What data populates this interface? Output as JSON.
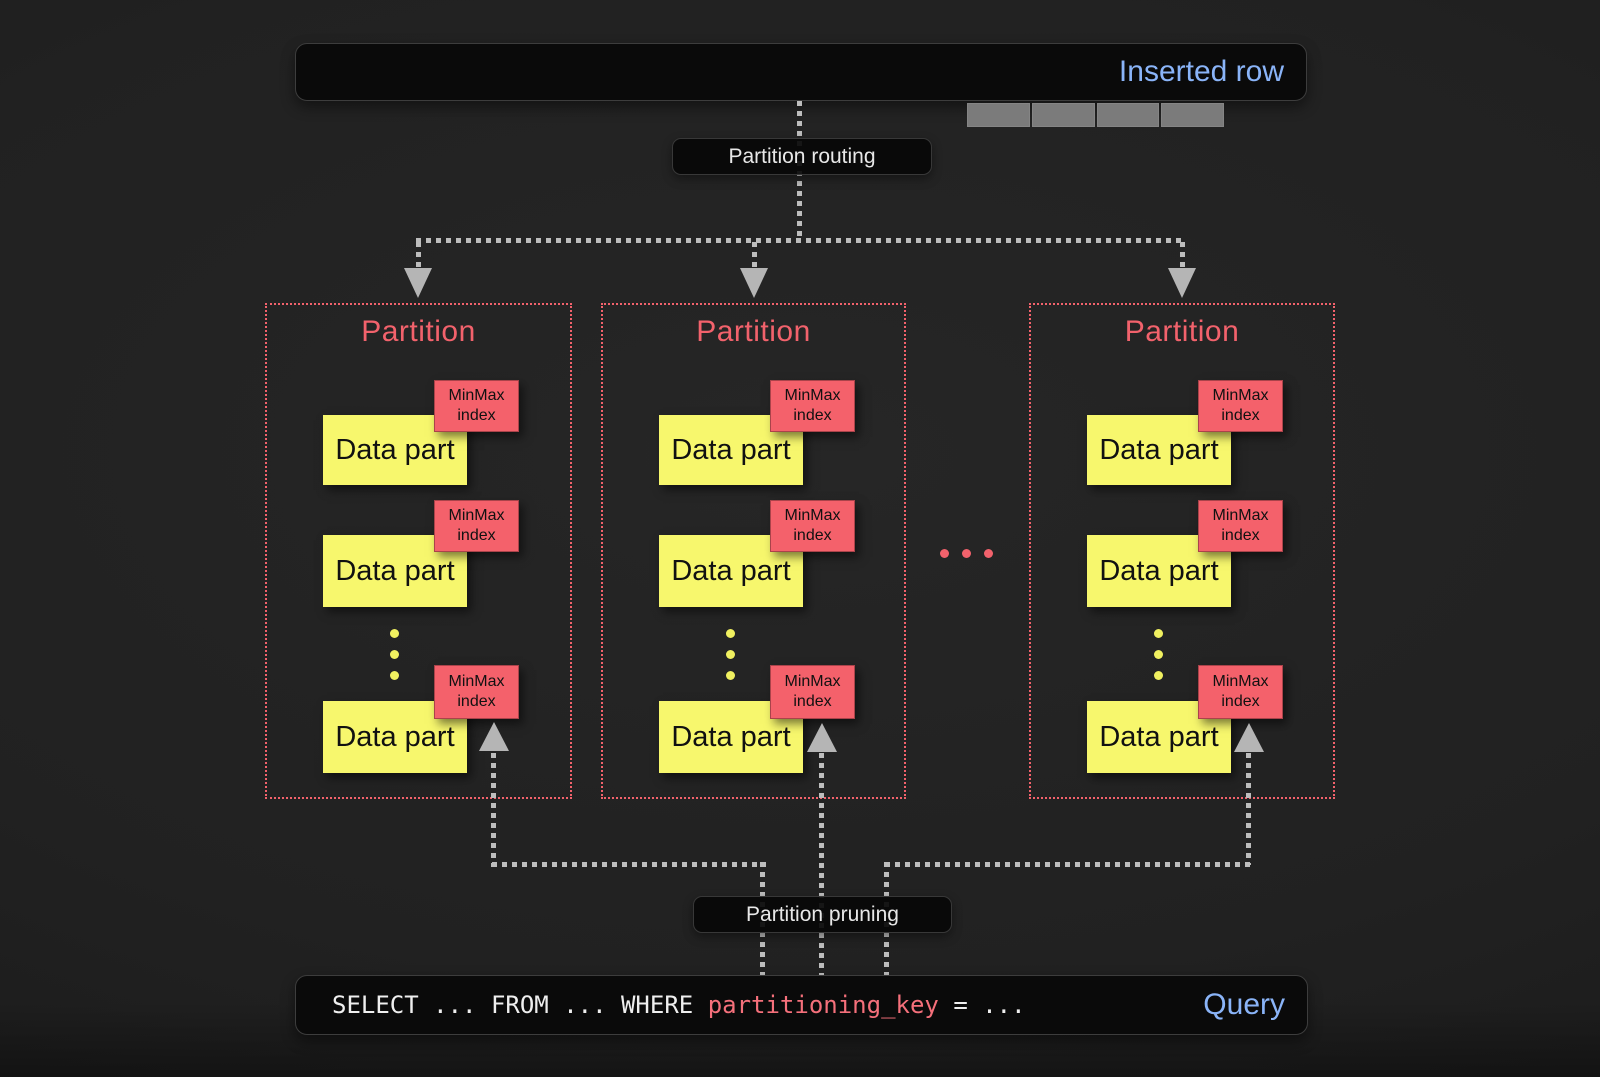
{
  "colors": {
    "background": "#1f1f1f",
    "panel": "#0a0a0a",
    "panel_border": "#3d3d3d",
    "blue": "#8ab4f8",
    "red": "#f2626c",
    "tag_red": "#f4616b",
    "yellow": "#f7f76d",
    "line_gray": "#bdbdbd",
    "cell_gray": "#7b7b7b",
    "text_light": "#e8e8e8",
    "text_dark": "#111111"
  },
  "inserted_row": {
    "label": "Inserted row",
    "cell_count": 4
  },
  "routing": {
    "label": "Partition routing"
  },
  "pruning": {
    "label": "Partition pruning"
  },
  "ellipsis": {
    "between_partitions": "...",
    "inside_partition": "..."
  },
  "partitions": [
    {
      "title": "Partition",
      "parts": [
        {
          "tag": "MinMax index",
          "label": "Data part"
        },
        {
          "tag": "MinMax index",
          "label": "Data part"
        },
        {
          "tag": "MinMax index",
          "label": "Data part"
        }
      ]
    },
    {
      "title": "Partition",
      "parts": [
        {
          "tag": "MinMax index",
          "label": "Data part"
        },
        {
          "tag": "MinMax index",
          "label": "Data part"
        },
        {
          "tag": "MinMax index",
          "label": "Data part"
        }
      ]
    },
    {
      "title": "Partition",
      "parts": [
        {
          "tag": "MinMax index",
          "label": "Data part"
        },
        {
          "tag": "MinMax index",
          "label": "Data part"
        },
        {
          "tag": "MinMax index",
          "label": "Data part"
        }
      ]
    }
  ],
  "query": {
    "sql_before": "SELECT ... FROM ... WHERE ",
    "sql_key": "partitioning_key",
    "sql_after": " = ...",
    "label": "Query"
  }
}
